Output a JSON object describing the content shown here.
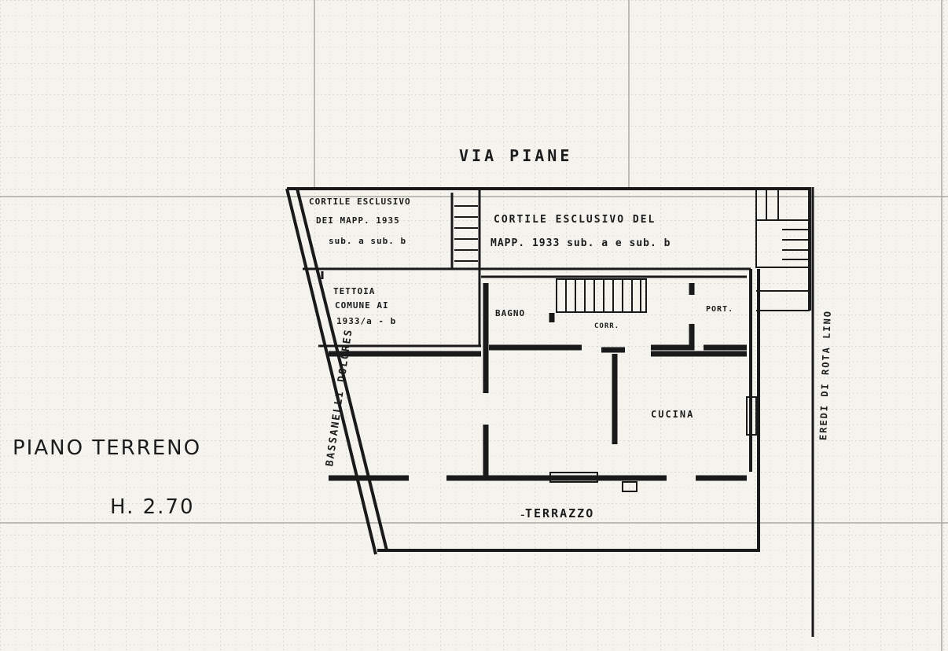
{
  "colors": {
    "paper": "#f4f3ee",
    "ink": "#1a1a1a",
    "grid": "#b9b9b2"
  },
  "title": {
    "floor": "PIANO TERRENO",
    "height": "H. 2.70"
  },
  "streets": {
    "north": "VIA PIANE",
    "west": "BASSANELLI DOLORES",
    "east": "EREDI DI ROTA LINO"
  },
  "areas": {
    "courtyard_left": [
      "CORTILE ESCLUSIVO",
      "DEI MAPP. 1935",
      "sub. a  sub. b"
    ],
    "courtyard_right": [
      "CORTILE ESCLUSIVO DEL",
      "MAPP. 1933  sub. a e sub. b"
    ],
    "shed": [
      "TETTOIA",
      "COMUNE AI",
      "1933/a - b"
    ],
    "bathroom": "BAGNO",
    "corridor": "CORR.",
    "porch": "PORT.",
    "kitchen": "CUCINA",
    "terrace": "TERRAZZO"
  }
}
